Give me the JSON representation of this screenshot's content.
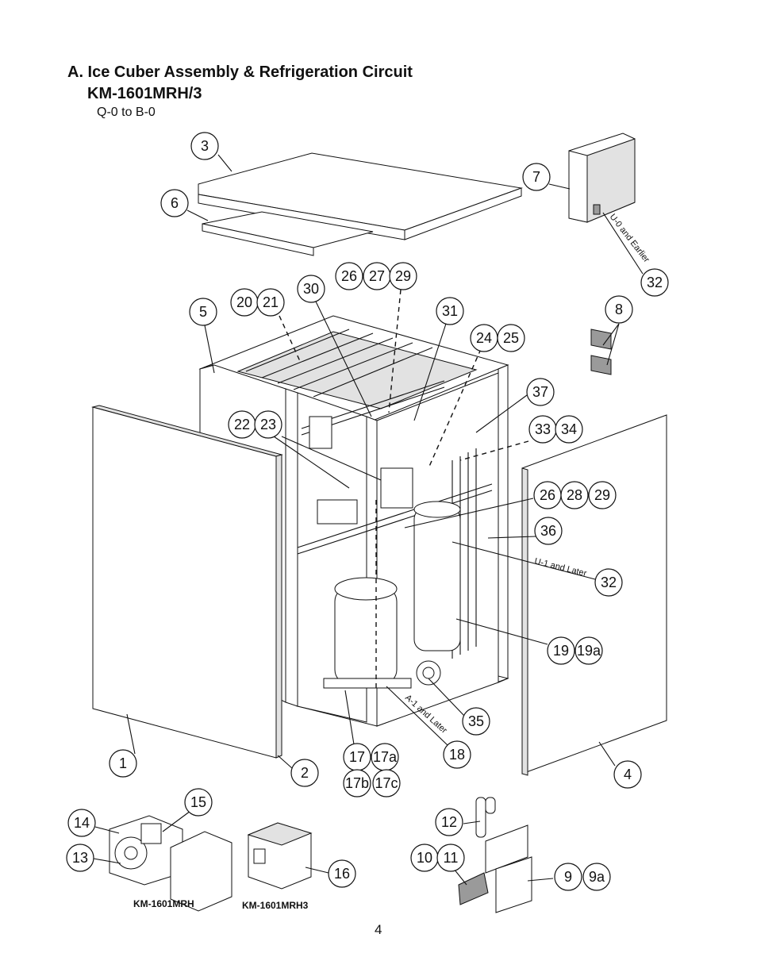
{
  "heading": {
    "title": "A. Ice Cuber Assembly & Refrigeration Circuit",
    "model": "KM-1601MRH/3",
    "serial_range": "Q-0 to B-0"
  },
  "notes": {
    "u0_earlier": "U-0 and Earlier",
    "u1_later": "U-1 and Later",
    "a_later": "A-1 and Later"
  },
  "sub_labels": {
    "left": "KM-1601MRH",
    "right": "KM-1601MRH3"
  },
  "page_number": "4",
  "callouts": [
    {
      "id": "c3",
      "label": "3"
    },
    {
      "id": "c6",
      "label": "6"
    },
    {
      "id": "c7",
      "label": "7"
    },
    {
      "id": "c32a",
      "label": "32"
    },
    {
      "id": "c26a",
      "label": "26"
    },
    {
      "id": "c27",
      "label": "27"
    },
    {
      "id": "c29a",
      "label": "29"
    },
    {
      "id": "c30",
      "label": "30"
    },
    {
      "id": "c20",
      "label": "20"
    },
    {
      "id": "c21",
      "label": "21"
    },
    {
      "id": "c5",
      "label": "5"
    },
    {
      "id": "c31",
      "label": "31"
    },
    {
      "id": "c8",
      "label": "8"
    },
    {
      "id": "c24",
      "label": "24"
    },
    {
      "id": "c25",
      "label": "25"
    },
    {
      "id": "c37",
      "label": "37"
    },
    {
      "id": "c22",
      "label": "22"
    },
    {
      "id": "c23",
      "label": "23"
    },
    {
      "id": "c33",
      "label": "33"
    },
    {
      "id": "c34",
      "label": "34"
    },
    {
      "id": "c26b",
      "label": "26"
    },
    {
      "id": "c28",
      "label": "28"
    },
    {
      "id": "c29b",
      "label": "29"
    },
    {
      "id": "c36",
      "label": "36"
    },
    {
      "id": "c32b",
      "label": "32"
    },
    {
      "id": "c19",
      "label": "19"
    },
    {
      "id": "c19a",
      "label": "19a"
    },
    {
      "id": "c35",
      "label": "35"
    },
    {
      "id": "c17",
      "label": "17"
    },
    {
      "id": "c17a",
      "label": "17a"
    },
    {
      "id": "c18",
      "label": "18"
    },
    {
      "id": "c1",
      "label": "1"
    },
    {
      "id": "c2",
      "label": "2"
    },
    {
      "id": "c4",
      "label": "4"
    },
    {
      "id": "c17b",
      "label": "17b"
    },
    {
      "id": "c17c",
      "label": "17c"
    },
    {
      "id": "c15",
      "label": "15"
    },
    {
      "id": "c14",
      "label": "14"
    },
    {
      "id": "c13",
      "label": "13"
    },
    {
      "id": "c16",
      "label": "16"
    },
    {
      "id": "c12",
      "label": "12"
    },
    {
      "id": "c10",
      "label": "10"
    },
    {
      "id": "c11",
      "label": "11"
    },
    {
      "id": "c9",
      "label": "9"
    },
    {
      "id": "c9a",
      "label": "9a"
    }
  ]
}
